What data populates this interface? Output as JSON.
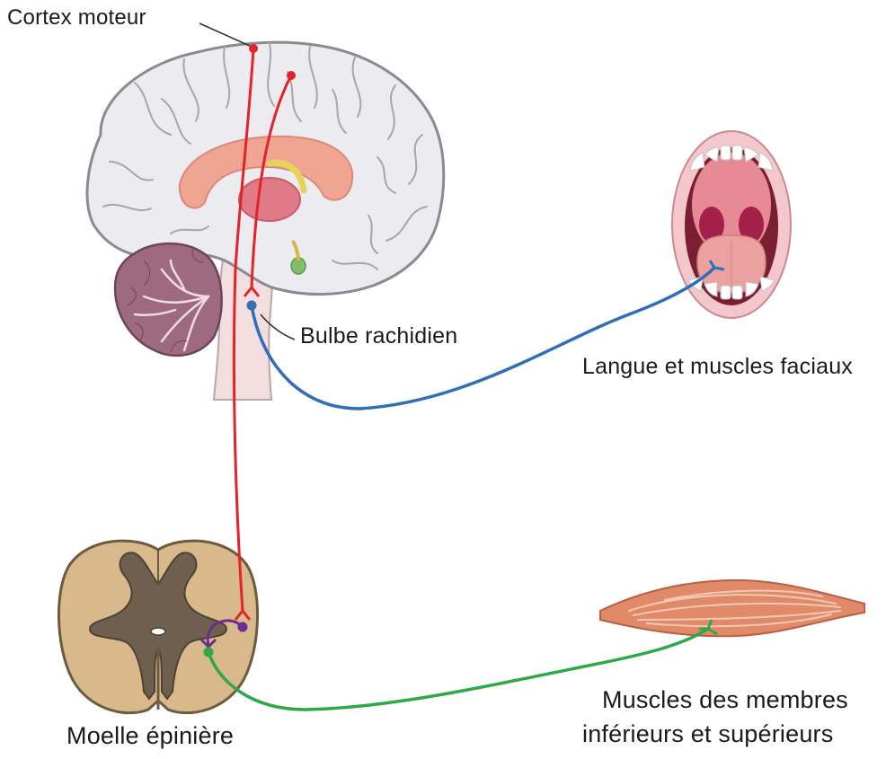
{
  "labels": {
    "cortex": "Cortex moteur",
    "bulbe": "Bulbe rachidien",
    "langue": "Langue et muscles faciaux",
    "moelle": "Moelle épinière",
    "muscles_line1": "Muscles des membres",
    "muscles_line2": "inférieurs et supérieurs"
  },
  "colors": {
    "upper_motor_neuron": "#e0242a",
    "cranial_motor_neuron": "#2e6fb7",
    "spinal_motor_neuron": "#2fa84a",
    "interneuron": "#6a2c91",
    "brain_fill": "#ecebef",
    "brain_outline": "#8a8a90",
    "spinal_white_matter": "#d7b98b",
    "spinal_grey_matter": "#6e5f4e",
    "muscle": "#e08a6a"
  },
  "icons": [
    "brain-sagittal-icon",
    "open-mouth-icon",
    "spinal-cord-section-icon",
    "muscle-icon"
  ]
}
